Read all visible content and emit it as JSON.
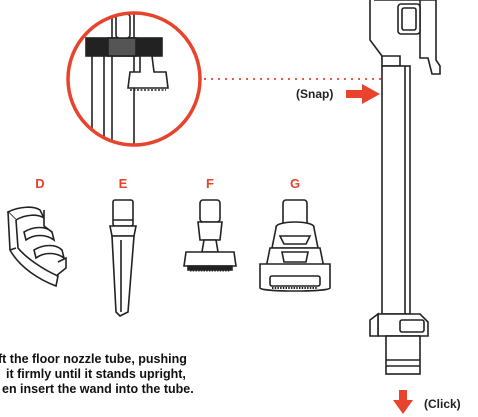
{
  "accent_color": "#e8432c",
  "part_labels": [
    "D",
    "E",
    "F",
    "G"
  ],
  "callouts": {
    "snap": "(Snap)",
    "click": "(Click)"
  },
  "instructions": {
    "line1": "ft the floor nozzle tube, pushing",
    "line2": "it firmly until it stands upright,",
    "line3": "en insert the wand into the tube."
  },
  "icons": {
    "snap": "arrow-right-icon",
    "click": "arrow-down-icon"
  }
}
